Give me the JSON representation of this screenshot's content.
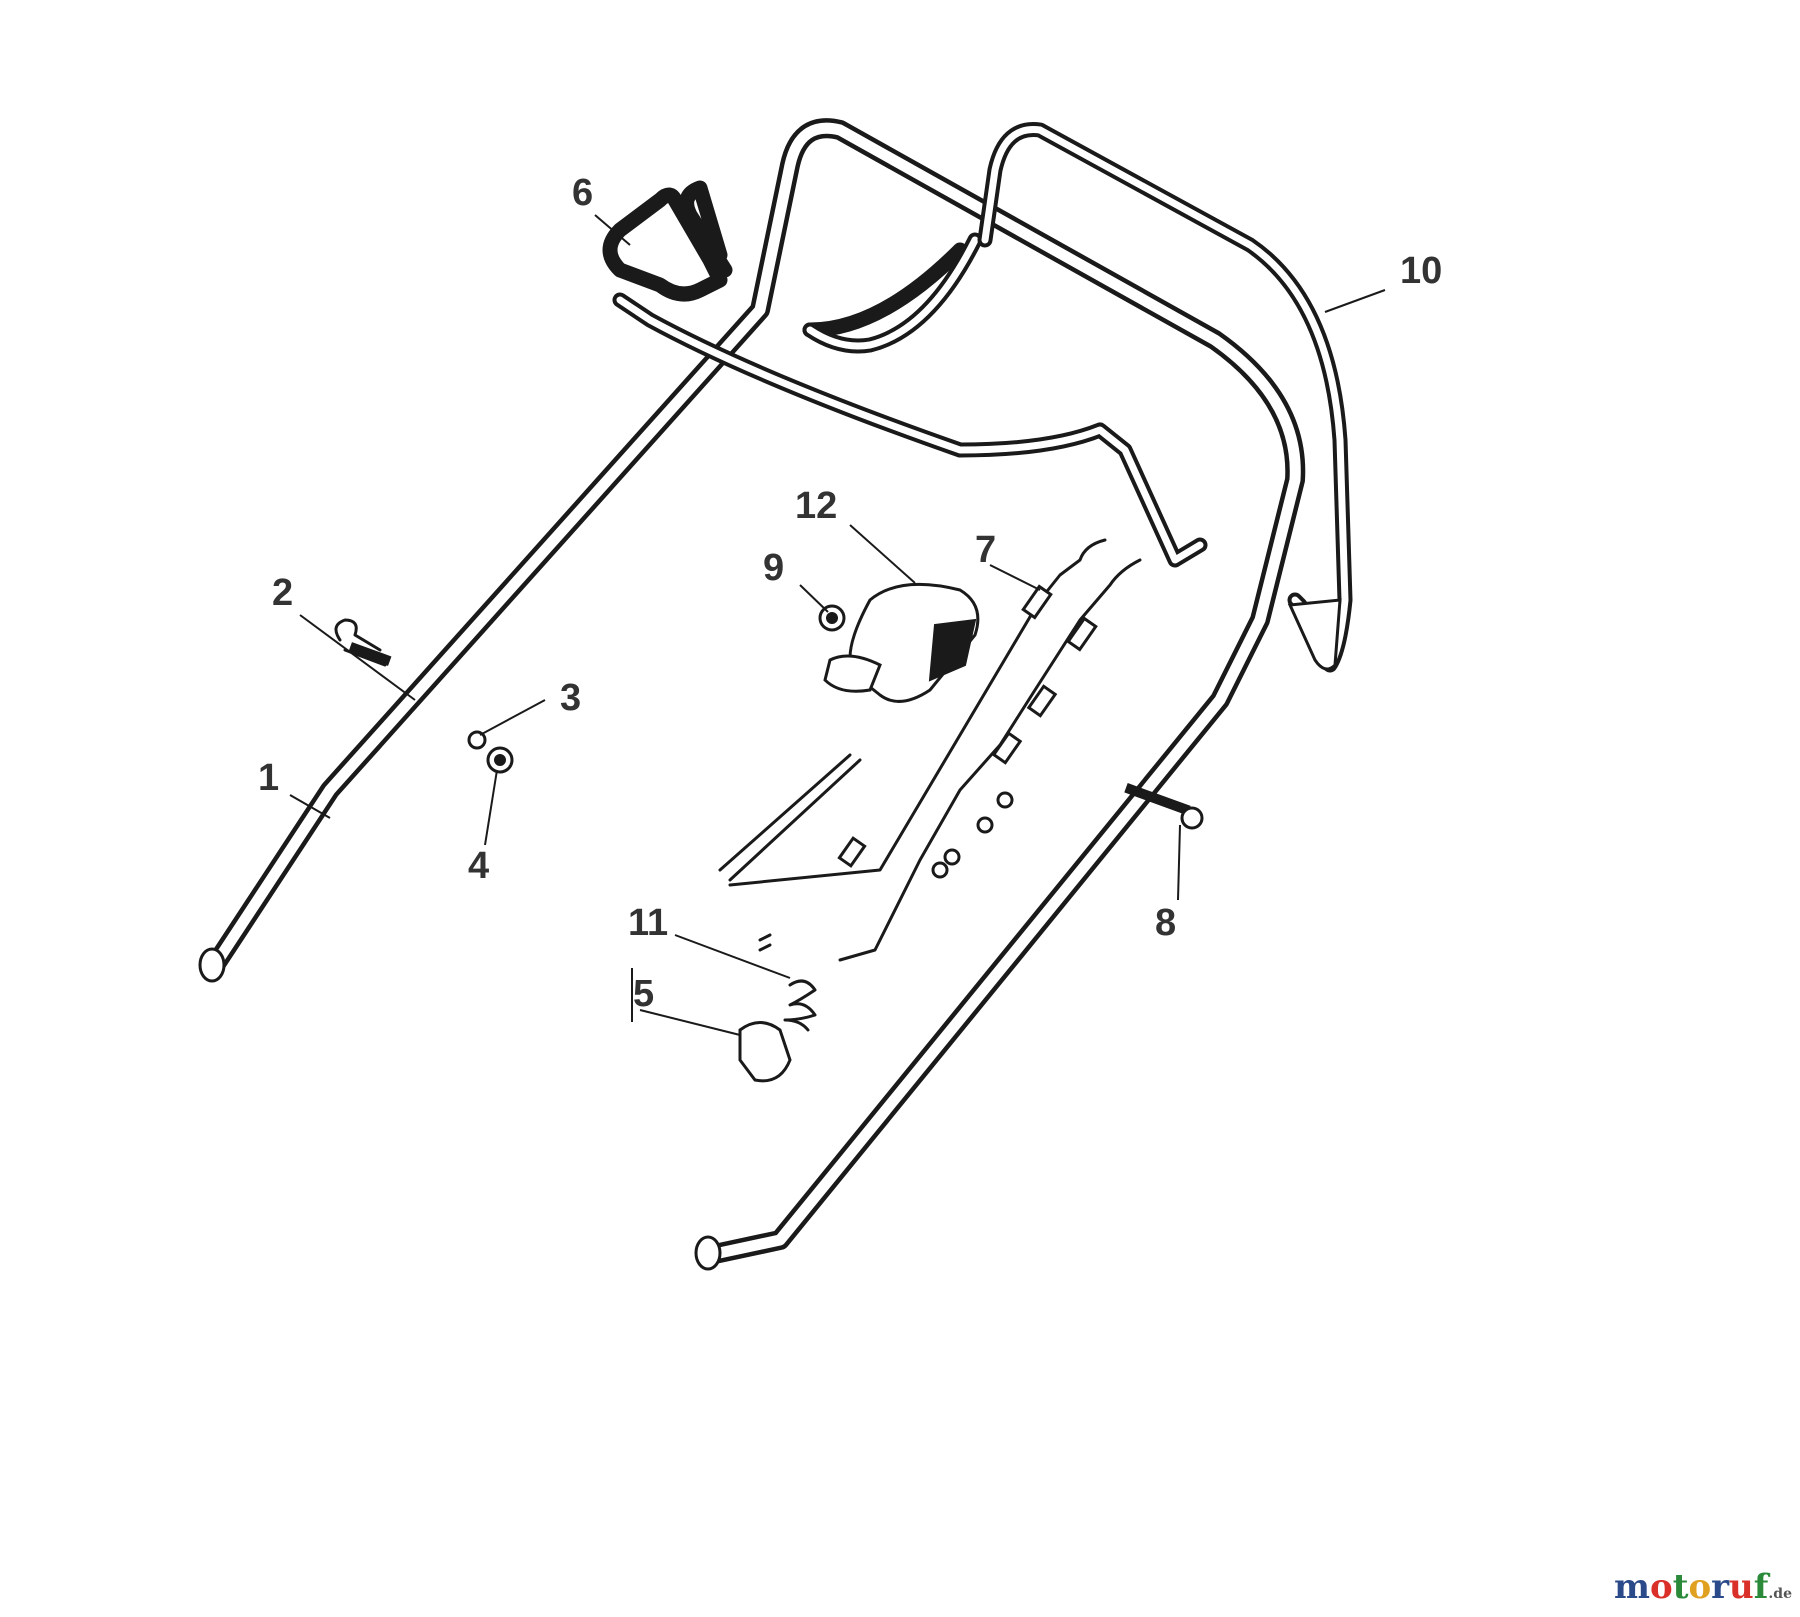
{
  "callouts": [
    {
      "id": "1",
      "label": "1"
    },
    {
      "id": "2",
      "label": "2"
    },
    {
      "id": "3",
      "label": "3"
    },
    {
      "id": "4",
      "label": "4"
    },
    {
      "id": "5",
      "label": "5"
    },
    {
      "id": "6",
      "label": "6"
    },
    {
      "id": "7",
      "label": "7"
    },
    {
      "id": "8",
      "label": "8"
    },
    {
      "id": "9",
      "label": "9"
    },
    {
      "id": "10",
      "label": "10"
    },
    {
      "id": "11",
      "label": "11"
    },
    {
      "id": "12",
      "label": "12"
    }
  ],
  "logo": {
    "letters": [
      "m",
      "o",
      "t",
      "o",
      "r",
      "u",
      "f"
    ],
    "letter_colors": [
      "#2a4a8a",
      "#d9302a",
      "#2a8a3a",
      "#e0a020",
      "#2a4a8a",
      "#d9302a",
      "#2a8a3a"
    ],
    "tld": ".de"
  }
}
